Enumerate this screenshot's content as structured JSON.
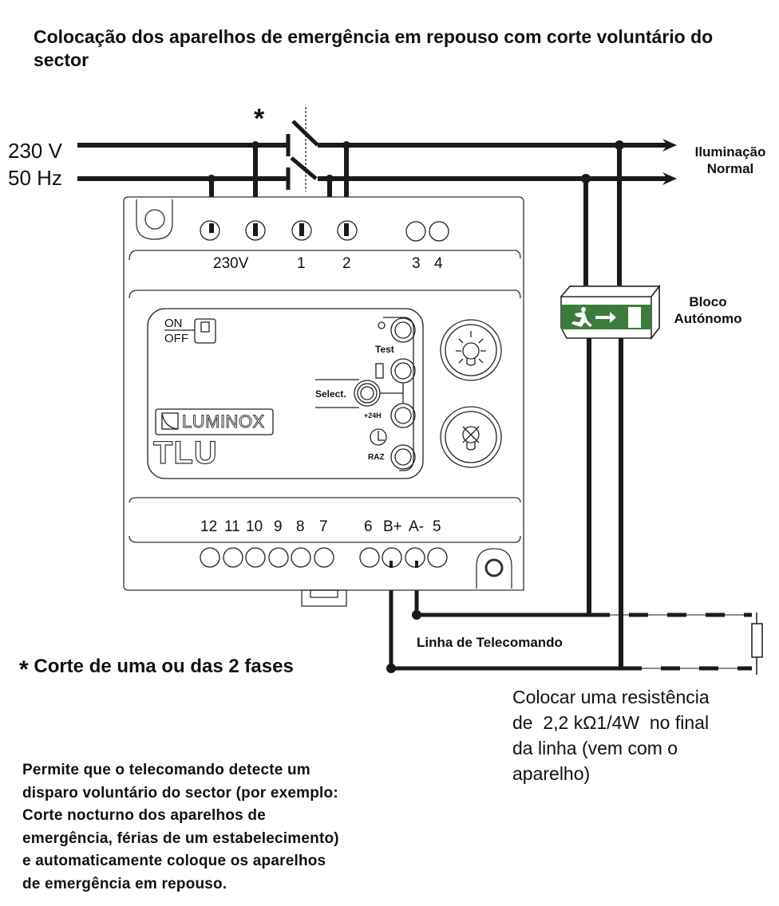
{
  "title": "Colocação dos aparelhos de emergência em repouso com corte voluntário do sector",
  "supply": {
    "voltage": "230 V",
    "frequency": "50 Hz"
  },
  "switch_marker": "*",
  "output_label": {
    "line1": "Iluminação",
    "line2": "Normal"
  },
  "bloco": {
    "line1": "Bloco",
    "line2": "Autónomo",
    "sign_color": "#3d7a3d"
  },
  "device": {
    "brand": "LUMINOX",
    "model": "TLU",
    "top_terminals": [
      "230V",
      "1",
      "2",
      "3",
      "4"
    ],
    "bottom_terminals": [
      "12",
      "11",
      "10",
      "9",
      "8",
      "7",
      "6",
      "B+",
      "A-",
      "5"
    ],
    "switch_on": "ON",
    "switch_off": "OFF",
    "buttons": {
      "test": "Test",
      "select": "Select.",
      "plus24h": "+24H",
      "raz": "RAZ"
    }
  },
  "telecommand_label": "Linha de Telecomando",
  "footnote": {
    "symbol": "*",
    "text": "Corte de uma ou das 2 fases"
  },
  "resistor_note": {
    "line1": "Colocar uma resistência",
    "line2": "de  2,2 kΩ1/4W  no final",
    "line3": "da linha (vem com o",
    "line4": "aparelho)"
  },
  "description": {
    "line1": "Permite que o telecomando detecte um",
    "line2": "disparo voluntário do sector (por exemplo:",
    "line3": "Corte nocturno dos aparelhos de",
    "line4": "emergência, férias de um estabelecimento)",
    "line5": "e automaticamente coloque os aparelhos",
    "line6": "de emergência em repouso."
  }
}
